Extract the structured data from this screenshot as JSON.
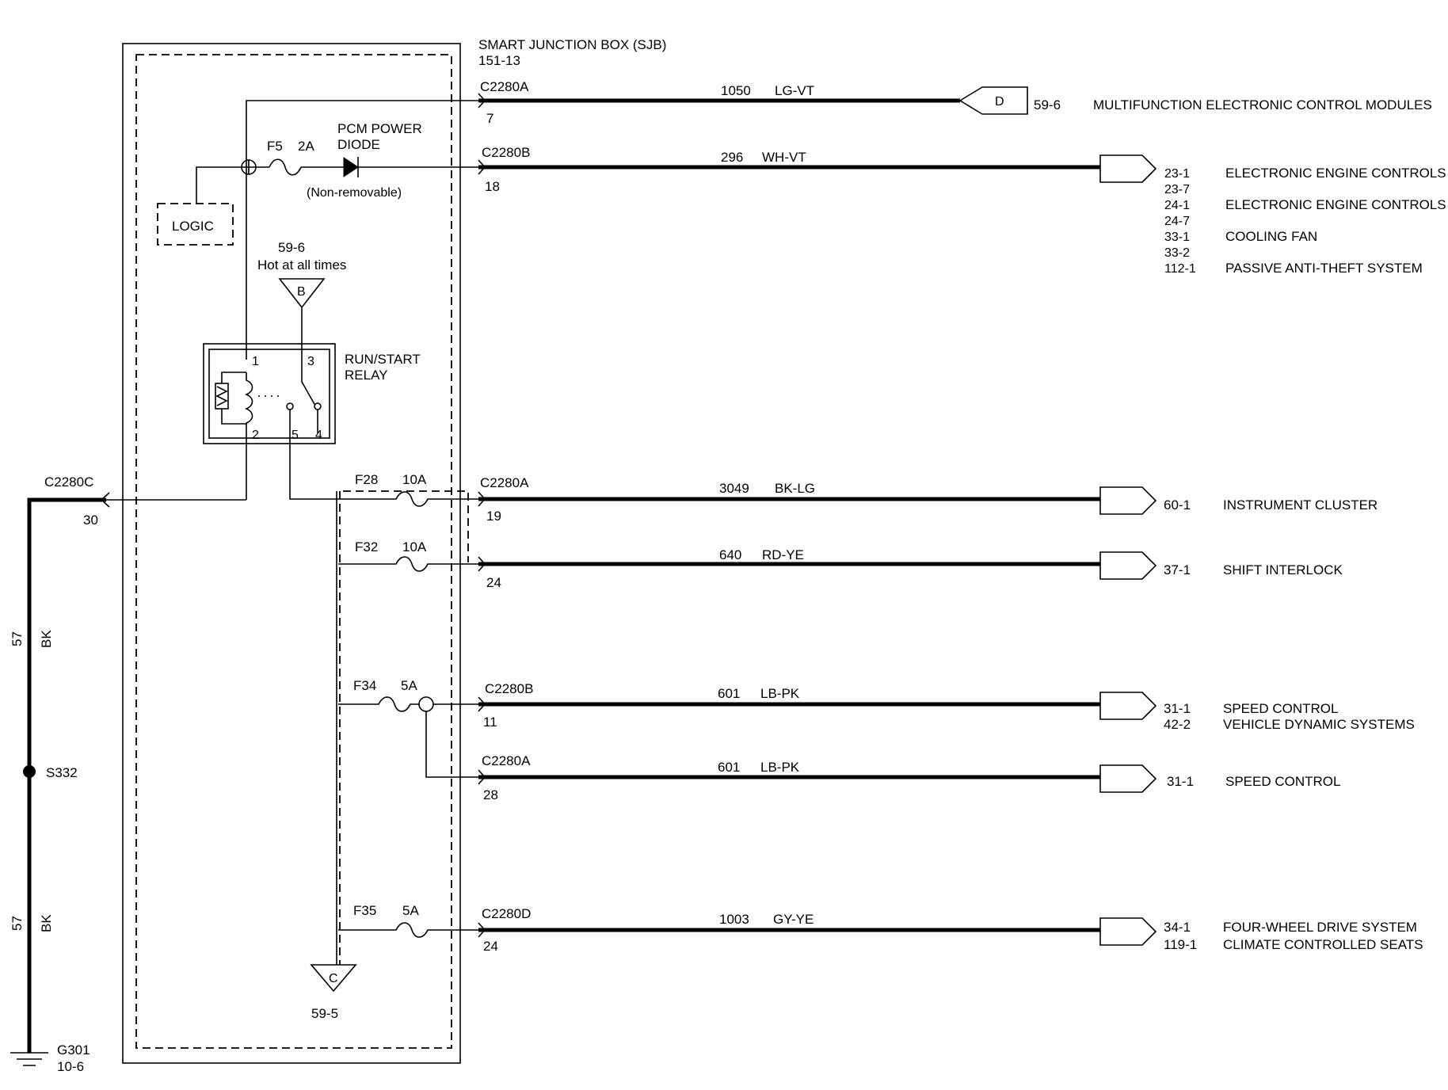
{
  "sjb": {
    "title": "SMART   JUNCTION   BOX (SJB)",
    "ref": "151-13",
    "logic": "LOGIC",
    "pcm_diode_line1": "PCM POWER",
    "pcm_diode_line2": "DIODE",
    "non_removable": "(Non-removable)",
    "relay_name_line1": "RUN/START",
    "relay_name_line2": "RELAY",
    "relay_pins": [
      "1",
      "3",
      "2",
      "5",
      "4"
    ],
    "hot_ref": "59-6",
    "hot_text": "Hot at all times",
    "hot_tag": "B",
    "bottom_tag": "C",
    "bottom_ref": "59-5"
  },
  "fuses": {
    "f5": {
      "id": "F5",
      "rating": "2A"
    },
    "f28": {
      "id": "F28",
      "rating": "10A"
    },
    "f32": {
      "id": "F32",
      "rating": "10A"
    },
    "f34": {
      "id": "F34",
      "rating": "5A"
    },
    "f35": {
      "id": "F35",
      "rating": "5A"
    }
  },
  "circuits": [
    {
      "connector": "C2280A",
      "pin": "7",
      "circuit": "1050",
      "color": "LG-VT",
      "dest_tag": "D",
      "dest_refs": [
        "59-6"
      ],
      "dest_names": [
        "MULTIFUNCTION ELECTRONIC CONTROL MODULES"
      ]
    },
    {
      "connector": "C2280B",
      "pin": "18",
      "circuit": "296",
      "color": "WH-VT",
      "dest_refs": [
        "23-1",
        "23-7",
        "24-1",
        "24-7",
        "33-1",
        "33-2",
        "112-1"
      ],
      "dest_names": [
        "ELECTRONIC ENGINE CONTROLS",
        "ELECTRONIC ENGINE CONTROLS",
        "COOLING FAN",
        "PASSIVE ANTI-THEFT SYSTEM"
      ]
    },
    {
      "connector": "C2280A",
      "pin": "19",
      "circuit": "3049",
      "color": "BK-LG",
      "dest_refs": [
        "60-1"
      ],
      "dest_names": [
        "INSTRUMENT CLUSTER"
      ]
    },
    {
      "connector": "",
      "pin": "24",
      "circuit": "640",
      "color": "RD-YE",
      "dest_refs": [
        "37-1"
      ],
      "dest_names": [
        "SHIFT INTERLOCK"
      ]
    },
    {
      "connector": "C2280B",
      "pin": "11",
      "circuit": "601",
      "color": "LB-PK",
      "dest_refs": [
        "31-1",
        "42-2"
      ],
      "dest_names": [
        "SPEED CONTROL",
        "VEHICLE DYNAMIC SYSTEMS"
      ]
    },
    {
      "connector": "C2280A",
      "pin": "28",
      "circuit": "601",
      "color": "LB-PK",
      "dest_refs": [
        "31-1"
      ],
      "dest_names": [
        "SPEED CONTROL"
      ]
    },
    {
      "connector": "C2280D",
      "pin": "24",
      "circuit": "1003",
      "color": "GY-YE",
      "dest_refs": [
        "34-1",
        "119-1"
      ],
      "dest_names": [
        "FOUR-WHEEL DRIVE SYSTEM",
        "CLIMATE CONTROLLED SEATS"
      ]
    }
  ],
  "ground": {
    "connector": "C2280C",
    "pin": "30",
    "circuit": "57",
    "color": "BK",
    "splice": "S332",
    "ground_id": "G301",
    "ground_ref": "10-6"
  }
}
